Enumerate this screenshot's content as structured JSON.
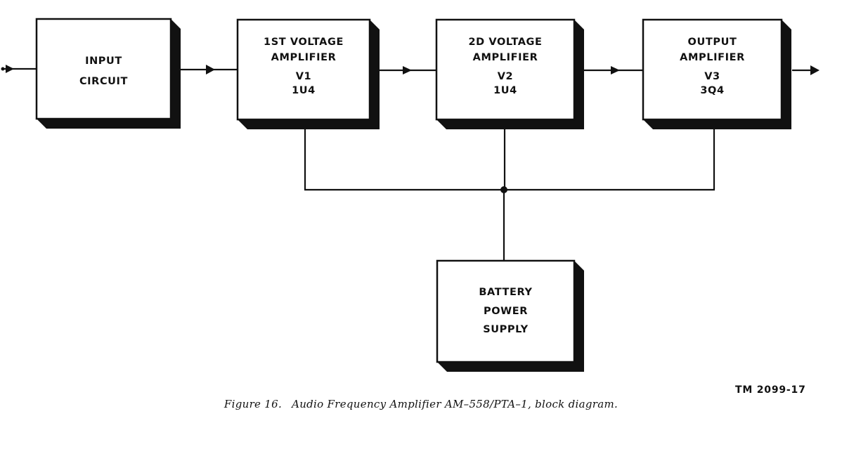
{
  "diagram": {
    "type": "block-diagram",
    "blocks": [
      {
        "id": "input-circuit",
        "lines": [
          "INPUT",
          "CIRCUIT"
        ]
      },
      {
        "id": "first-voltage-amplifier",
        "lines": [
          "1ST VOLTAGE",
          "AMPLIFIER",
          "V1",
          "1U4"
        ]
      },
      {
        "id": "second-voltage-amplifier",
        "lines": [
          "2D VOLTAGE",
          "AMPLIFIER",
          "V2",
          "1U4"
        ]
      },
      {
        "id": "output-amplifier",
        "lines": [
          "OUTPUT",
          "AMPLIFIER",
          "V3",
          "3Q4"
        ]
      },
      {
        "id": "battery-power-supply",
        "lines": [
          "BATTERY",
          "POWER",
          "SUPPLY"
        ]
      }
    ],
    "signal_flow": [
      "input",
      "input-circuit",
      "first-voltage-amplifier",
      "second-voltage-amplifier",
      "output-amplifier",
      "output"
    ],
    "power_connections": {
      "source": "battery-power-supply",
      "targets": [
        "first-voltage-amplifier",
        "second-voltage-amplifier",
        "output-amplifier"
      ]
    },
    "ink_color": "#111111",
    "paper_color": "#ffffff"
  },
  "caption": {
    "figure_label": "Figure 16.",
    "text": "Audio Frequency Amplifier AM–558/PTA–1, block diagram."
  },
  "reference_code": "TM 2099-17"
}
